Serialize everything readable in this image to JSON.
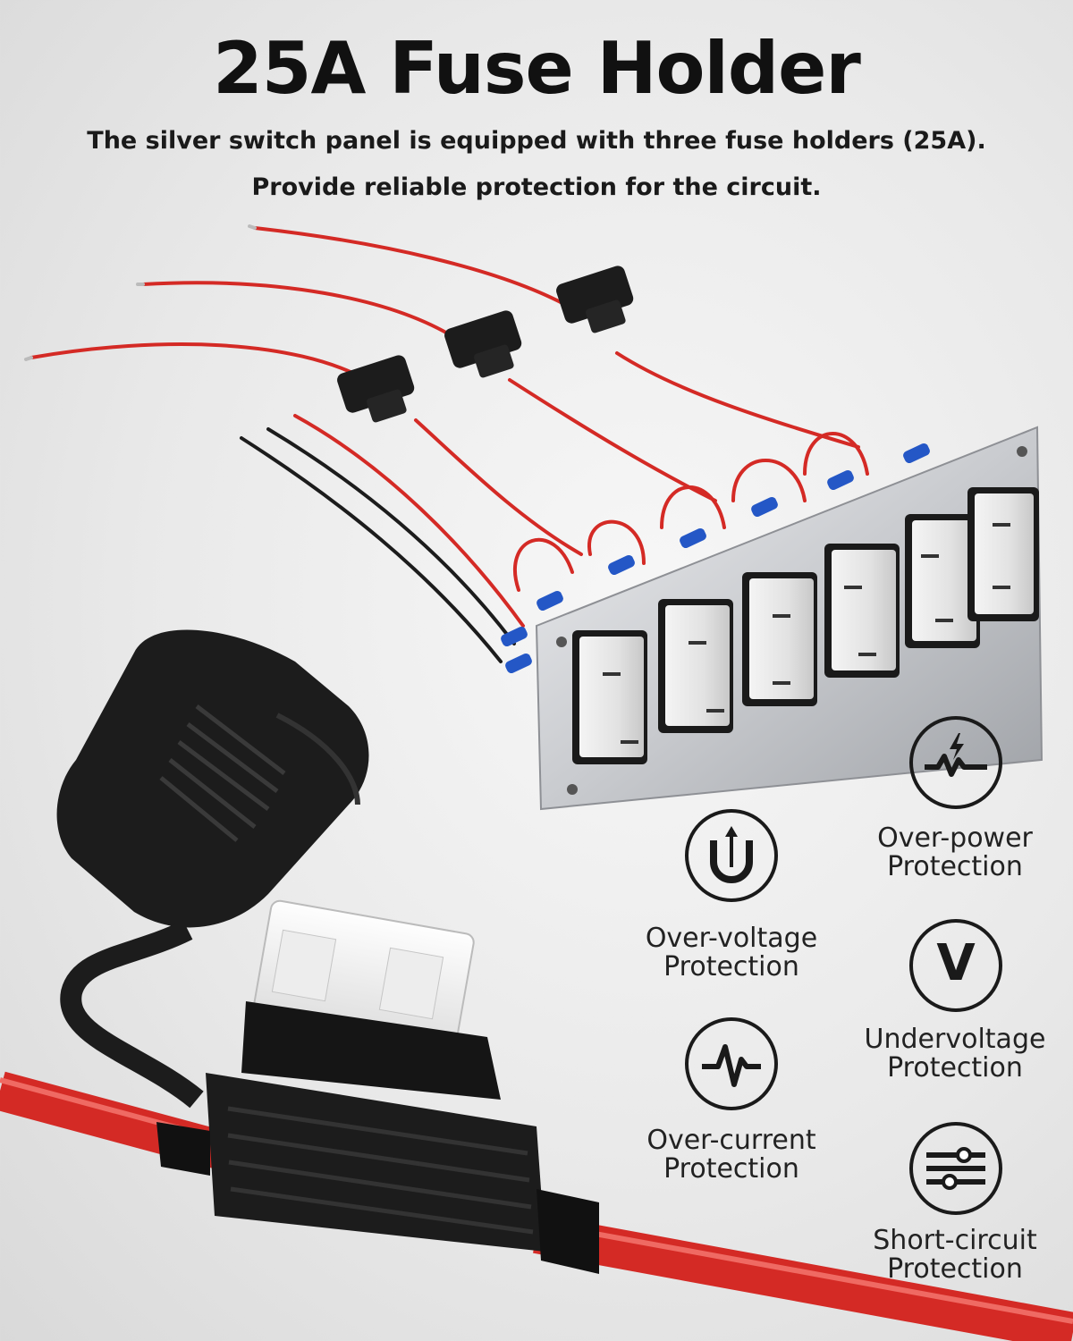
{
  "header": {
    "title": "25A Fuse Holder",
    "subtitle_line1": "The silver switch panel is equipped with three fuse holders (25A).",
    "subtitle_line2": "Provide reliable protection for the circuit."
  },
  "features": [
    {
      "icon": "over-power-icon",
      "line1": "Over-power",
      "line2": "Protection"
    },
    {
      "icon": "over-voltage-icon",
      "line1": "Over-voltage",
      "line2": "Protection"
    },
    {
      "icon": "undervoltage-icon",
      "line1": "Undervoltage",
      "line2": "Protection"
    },
    {
      "icon": "over-current-icon",
      "line1": "Over-current",
      "line2": "Protection"
    },
    {
      "icon": "short-circuit-icon",
      "line1": "Short-circuit",
      "line2": "Protection"
    }
  ],
  "icons": {
    "undervoltage_glyph": "V"
  },
  "colors": {
    "wire_red": "#d42a25",
    "fuse_holder_black": "#1c1c1c",
    "terminal_blue": "#2457c6",
    "panel_silver": "#cfd1d4"
  }
}
